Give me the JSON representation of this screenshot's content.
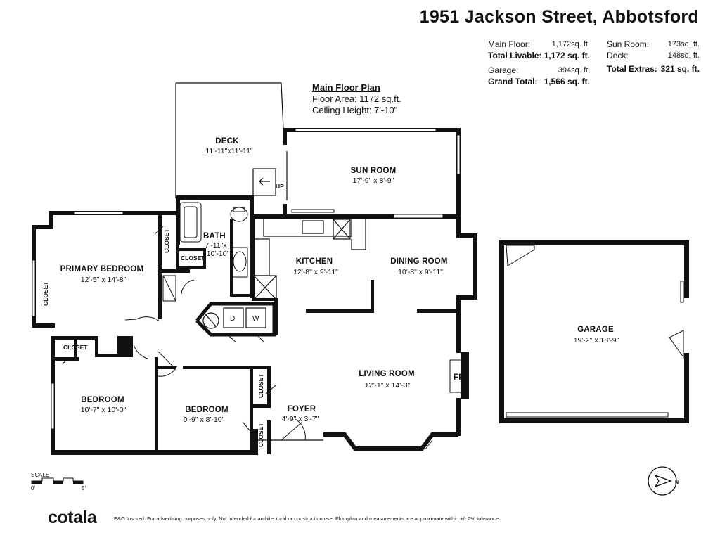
{
  "header": {
    "title": "1951 Jackson Street, Abbotsford"
  },
  "areas": {
    "main_floor_label": "Main Floor:",
    "main_floor_value": "1,172sq. ft.",
    "total_livable_label": "Total Livable:",
    "total_livable_value": "1,172 sq. ft.",
    "garage_label": "Garage:",
    "garage_value": "394sq. ft.",
    "grand_total_label": "Grand Total:",
    "grand_total_value": "1,566 sq. ft.",
    "sun_room_label": "Sun Room:",
    "sun_room_value": "173sq. ft.",
    "deck_label": "Deck:",
    "deck_value": "148sq. ft.",
    "total_extras_label": "Total Extras:",
    "total_extras_value": "321 sq. ft."
  },
  "plan_info": {
    "heading": "Main Floor Plan",
    "floor_area": "Floor Area: 1172 sq.ft.",
    "ceiling_height": "Ceiling Height: 7'-10\""
  },
  "rooms": {
    "deck": {
      "name": "DECK",
      "dims": "11'-11\"x11'-11\""
    },
    "sun_room": {
      "name": "SUN ROOM",
      "dims": "17'-9\" x 8'-9\""
    },
    "bath": {
      "name": "BATH",
      "dims1": "7'-11\"x",
      "dims2": "10'-10\""
    },
    "kitchen": {
      "name": "KITCHEN",
      "dims": "12'-8\" x 9'-11\""
    },
    "dining_room": {
      "name": "DINING ROOM",
      "dims": "10'-8\" x 9'-11\""
    },
    "primary_bedroom": {
      "name": "PRIMARY BEDROOM",
      "dims": "12'-5\" x 14'-8\""
    },
    "living_room": {
      "name": "LIVING ROOM",
      "dims": "12'-1\" x 14'-3\""
    },
    "bedroom_1": {
      "name": "BEDROOM",
      "dims": "10'-7\" x 10'-0\""
    },
    "bedroom_2": {
      "name": "BEDROOM",
      "dims": "9'-9\" x 8'-10\""
    },
    "foyer": {
      "name": "FOYER",
      "dims": "4'-9\" x 3'-7\""
    },
    "garage": {
      "name": "GARAGE",
      "dims": "19'-2\" x 18'-9\""
    }
  },
  "labels": {
    "closet": "CLOSET",
    "up": "UP",
    "fireplace": "FP",
    "dishwasher": "D",
    "washer": "W"
  },
  "scale": {
    "label": "SCALE",
    "start": "0'",
    "end": "5'"
  },
  "compass": {
    "north_label": "N",
    "icon": "north-arrow-icon"
  },
  "footer": {
    "brand": "cotala",
    "disclaimer": "E&O Insured. For advertising purposes only. Not intended for architectural or construction use. Floorplan and measurements are approximate within +/- 2% tolerance."
  }
}
